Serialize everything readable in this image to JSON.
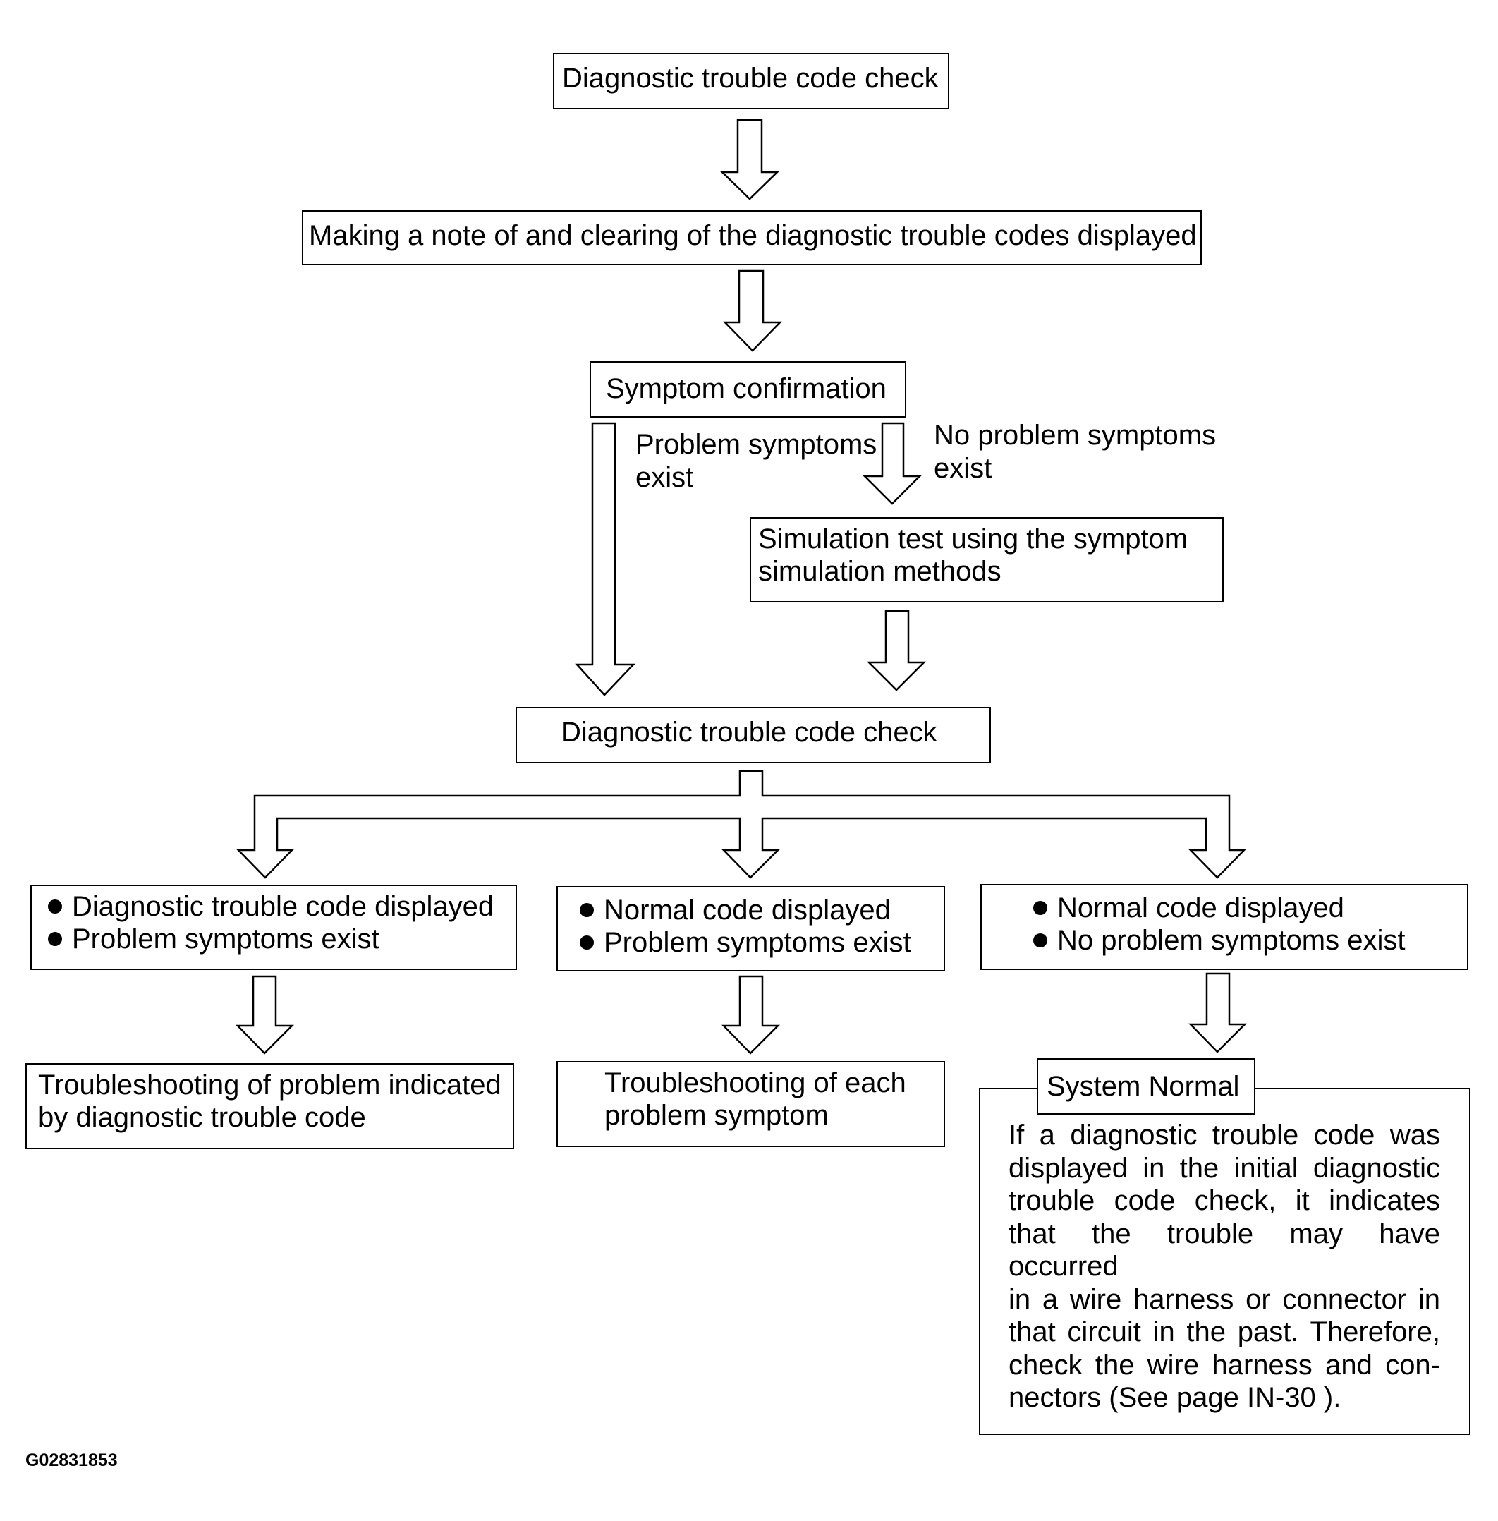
{
  "diagram": {
    "nodes": {
      "dtc_check_1": "Diagnostic trouble code check",
      "note_clear": "Making a note of and clearing of the diagnostic trouble codes displayed",
      "symptom_confirmation": "Symptom confirmation",
      "simulation_test": [
        "Simulation test using the symptom",
        "simulation methods"
      ],
      "dtc_check_2": "Diagnostic trouble code check",
      "case_a": [
        "Diagnostic trouble code displayed",
        "Problem symptoms exist"
      ],
      "case_b": [
        "Normal code displayed",
        "Problem symptoms exist"
      ],
      "case_c": [
        "Normal code displayed",
        "No problem symptoms exist"
      ],
      "result_a": [
        "Troubleshooting of problem indicated",
        "by diagnostic trouble code"
      ],
      "result_b": [
        "Troubleshooting of each",
        "problem symptom"
      ],
      "system_normal": "System Normal",
      "system_normal_note": [
        "If a diagnostic trouble code was",
        "displayed in the initial diagnostic",
        "trouble code check, it indicates",
        "that the trouble may have occurred",
        "in a wire harness or connector in",
        "that circuit in the past. Therefore,",
        "check the wire harness and con-",
        "nectors (See page IN-30 )."
      ]
    },
    "edge_labels": {
      "problem_exist": [
        "Problem symptoms",
        "exist"
      ],
      "no_problem_exist": [
        "No problem symptoms",
        "exist"
      ]
    },
    "figure_id": "G02831853"
  }
}
